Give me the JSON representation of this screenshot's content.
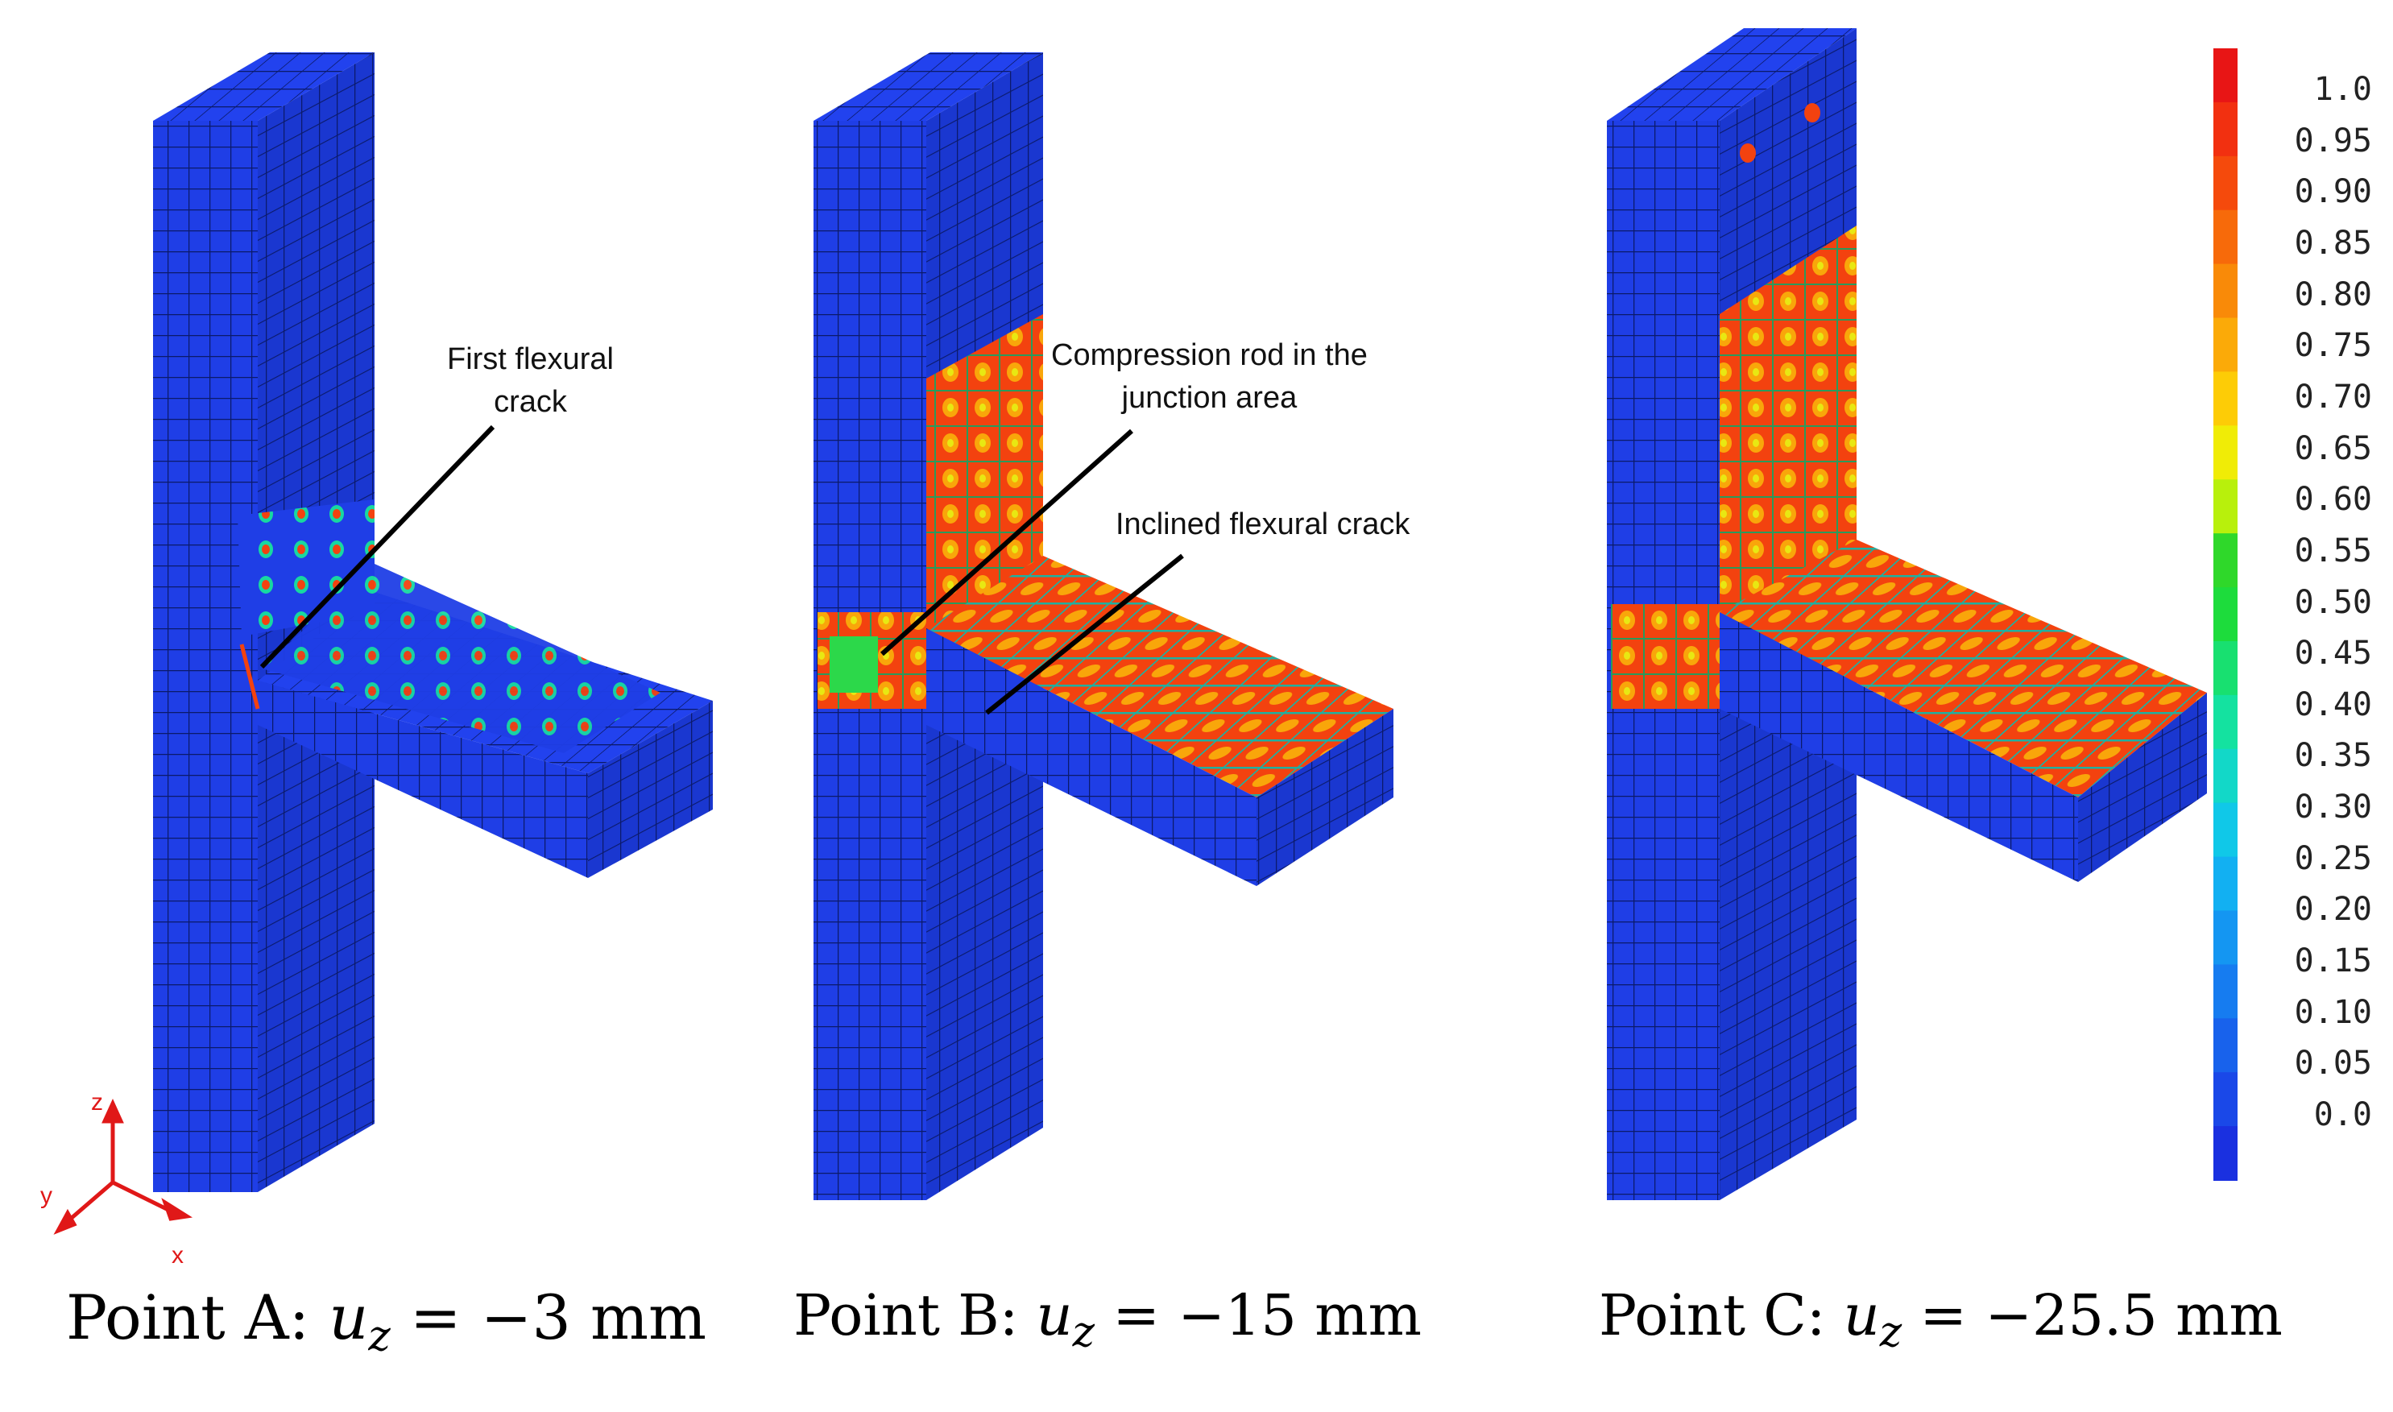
{
  "captions": [
    {
      "prefix": "Point A: ",
      "var": "u",
      "sub": "z",
      "value": "= −3 mm"
    },
    {
      "prefix": "Point B: ",
      "var": "u",
      "sub": "z",
      "value": "= −15 mm"
    },
    {
      "prefix": "Point C: ",
      "var": "u",
      "sub": "z",
      "value": "= −25.5 mm"
    }
  ],
  "annotations": {
    "first_crack": [
      "First flexural",
      "crack"
    ],
    "compression_rod": [
      "Compression rod in the",
      "junction area"
    ],
    "inclined_crack": "Inclined flexural crack"
  },
  "axes": {
    "z": "z",
    "y": "y",
    "x": "x"
  },
  "colorbar": {
    "ticks": [
      "1.0",
      "0.95",
      "0.90",
      "0.85",
      "0.80",
      "0.75",
      "0.70",
      "0.65",
      "0.60",
      "0.55",
      "0.50",
      "0.45",
      "0.40",
      "0.35",
      "0.30",
      "0.25",
      "0.20",
      "0.15",
      "0.10",
      "0.05",
      "0.0"
    ],
    "colors": [
      "#e81515",
      "#f23010",
      "#f54a0c",
      "#f76a0a",
      "#f98a08",
      "#fbaa08",
      "#fdcc06",
      "#f0ec06",
      "#b8f00c",
      "#2fd82a",
      "#1ddc3c",
      "#18e070",
      "#14e2a0",
      "#12d8c8",
      "#10c8e8",
      "#12b0f2",
      "#1496f2",
      "#167cf0",
      "#1862ec",
      "#1a48e8",
      "#1a30e0"
    ]
  },
  "colors": {
    "mesh_blue": "#1f3ee6",
    "mesh_line": "#0b1a6a",
    "hot": "#f23a10",
    "warm": "#f7a20a",
    "green": "#2cd84a",
    "axis_red": "#e01818"
  }
}
